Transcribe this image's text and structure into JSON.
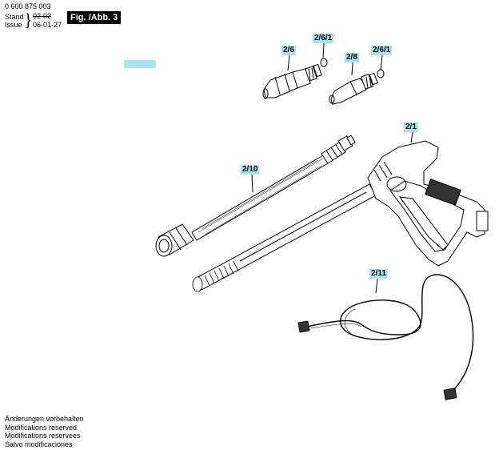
{
  "header": {
    "number": "0 600 875 003",
    "stand_label": "Stand",
    "issue_label": "Issue",
    "old_date": "02-02",
    "new_date": "06-01-27",
    "fig_label": "Fig. /Abb. 3"
  },
  "parts": {
    "p2_6": "2/6",
    "p2_6_1a": "2/6/1",
    "p2_8": "2/8",
    "p2_6_1b": "2/6/1",
    "p2_1": "2/1",
    "p2_10": "2/10",
    "p2_11": "2/11"
  },
  "footer": {
    "line1": "Änderungen vorbehalten",
    "line2": "Modifications reserved",
    "line3": "Modifications reservees",
    "line4": "Salvo modificaciones"
  }
}
